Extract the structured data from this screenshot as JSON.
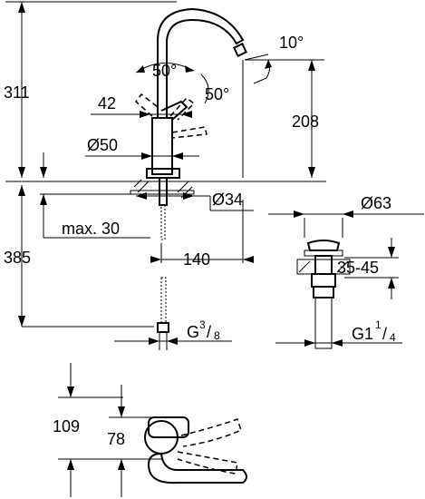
{
  "dimensions": {
    "total_height": "311",
    "angle_spout_top": "10°",
    "angle_handle_left": "50°",
    "angle_handle_right": "50°",
    "handle_offset": "42",
    "spout_height": "208",
    "body_diameter": "Ø50",
    "hole_diameter": "Ø34",
    "deck_thickness": "max. 30",
    "hose_length": "385",
    "reach": "140",
    "inlet_thread_base": "G",
    "inlet_thread_num": "3",
    "inlet_thread_den": "8",
    "waste_diameter": "Ø63",
    "waste_range": "35-45",
    "waste_thread_base": "G1",
    "waste_thread_num": "1",
    "waste_thread_den": "4",
    "plan_depth_total": "109",
    "plan_depth_body": "78"
  }
}
